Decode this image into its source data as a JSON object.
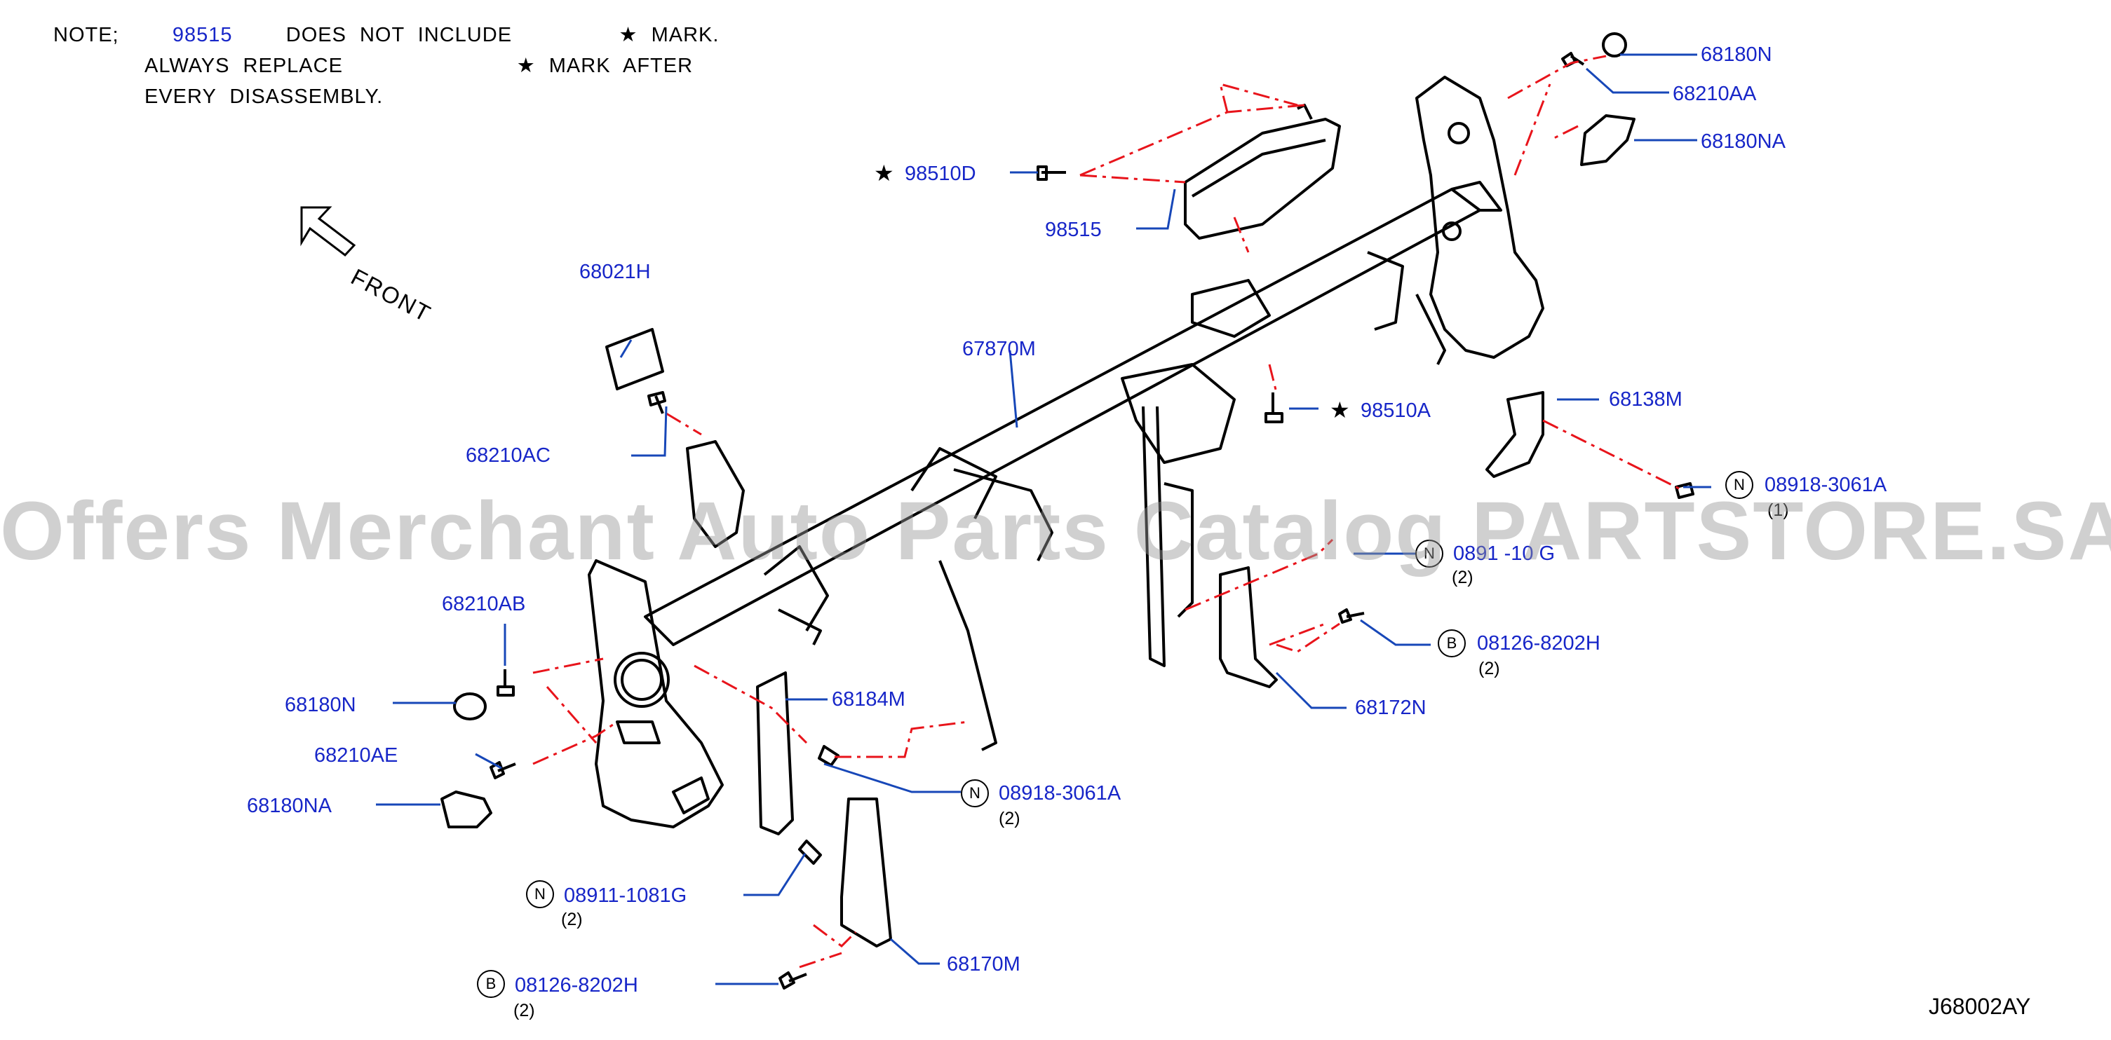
{
  "note": {
    "prefix": "NOTE;",
    "part": "98515",
    "line1_rest": "DOES NOT INCLUDE",
    "mark_word": "MARK.",
    "line2_start": "ALWAYS REPLACE",
    "line2_end": "MARK AFTER",
    "line3": "EVERY DISASSEMBLY."
  },
  "star_glyph": "★",
  "front_label": "FRONT",
  "diagram_code": "J68002AY",
  "watermark": "Offers Merchant Auto Parts Catalog PARTSTORE.SA",
  "colors": {
    "label": "#1726c8",
    "leader": "#1747b8",
    "dash": "#e8141b",
    "line": "#000000"
  },
  "callouts": {
    "p68180N_top": "68180N",
    "p68210AA": "68210AA",
    "p68180NA_top": "68180NA",
    "p98510D": "98510D",
    "p98515": "98515",
    "p68021H": "68021H",
    "p67870M": "67870M",
    "p68210AC": "68210AC",
    "p98510A": "98510A",
    "p68138M": "68138M",
    "p08918_right": "08918-3061A",
    "p08911_right": "0891 -10 G",
    "p08126_right": "08126-8202H",
    "p68172N": "68172N",
    "p68210AB": "68210AB",
    "p68180N_left": "68180N",
    "p68184M": "68184M",
    "p68210AE": "68210AE",
    "p08918_mid": "08918-3061A",
    "p68180NA_left": "68180NA",
    "p08911_left": "08911-1081G",
    "p68170M": "68170M",
    "p08126_left": "08126-8202H"
  },
  "prefix_letters": {
    "nut": "N",
    "bolt": "B"
  },
  "quantities": {
    "q08918_right": "(1)",
    "q08911_right": "(2)",
    "q08126_right": "(2)",
    "q08918_mid": "(2)",
    "q08911_left": "(2)",
    "q08126_left": "(2)"
  }
}
